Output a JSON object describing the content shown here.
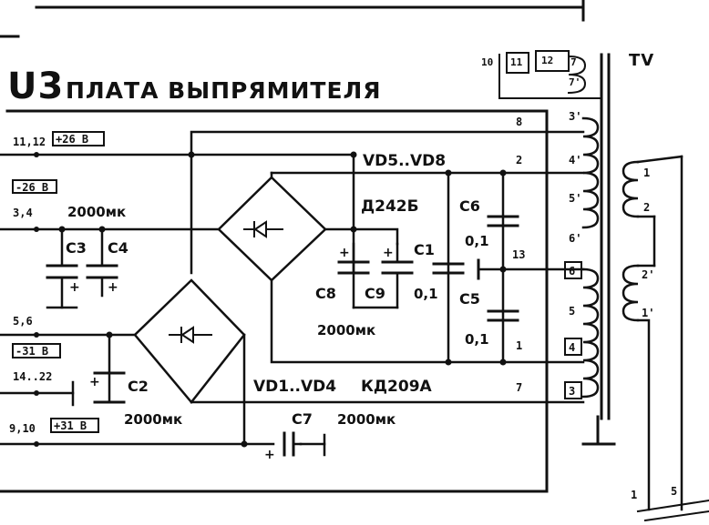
{
  "title": {
    "id": "U3",
    "text": "ПЛАТА ВЫПРЯМИТЕЛЯ"
  },
  "transformer": {
    "name": "TV",
    "top_pins": [
      "10",
      "11",
      "12",
      "7",
      "7'"
    ],
    "left_winding_pins": [
      "3'",
      "4'",
      "5'",
      "6'",
      "6",
      "5",
      "4",
      "3"
    ],
    "right_winding_pins": [
      "1",
      "2",
      "2'",
      "1'"
    ],
    "bottom_pins": [
      "1",
      "5"
    ]
  },
  "connectors": [
    {
      "pins": "11,12",
      "voltage": "+26 В"
    },
    {
      "pins": "3,4",
      "voltage": "-26 В"
    },
    {
      "pins": "5,6",
      "voltage": "-31 В"
    },
    {
      "pins": "14..22",
      "voltage": ""
    },
    {
      "pins": "9,10",
      "voltage": "+31 В"
    }
  ],
  "board_pins": [
    "8",
    "2",
    "13",
    "1",
    "7"
  ],
  "diodes": {
    "vd5_vd8": {
      "label": "VD5..VD8",
      "part": "Д242Б"
    },
    "vd1_vd4": {
      "label": "VD1..VD4",
      "part": "КД209А"
    }
  },
  "capacitors": {
    "c3": "C3",
    "c4": "C4",
    "c3c4_value": "2000мк",
    "c8a": "C8",
    "c9": "C9",
    "c8c9_value": "2000мк",
    "c1": "C1",
    "c1_value": "0,1",
    "c6": "C6",
    "c6_value": "0,1",
    "c5": "C5",
    "c5_value": "0,1",
    "c2": "C2",
    "c2_value": "2000мк",
    "c7": "C7",
    "c7_value": "2000мк",
    "plus": "+"
  }
}
